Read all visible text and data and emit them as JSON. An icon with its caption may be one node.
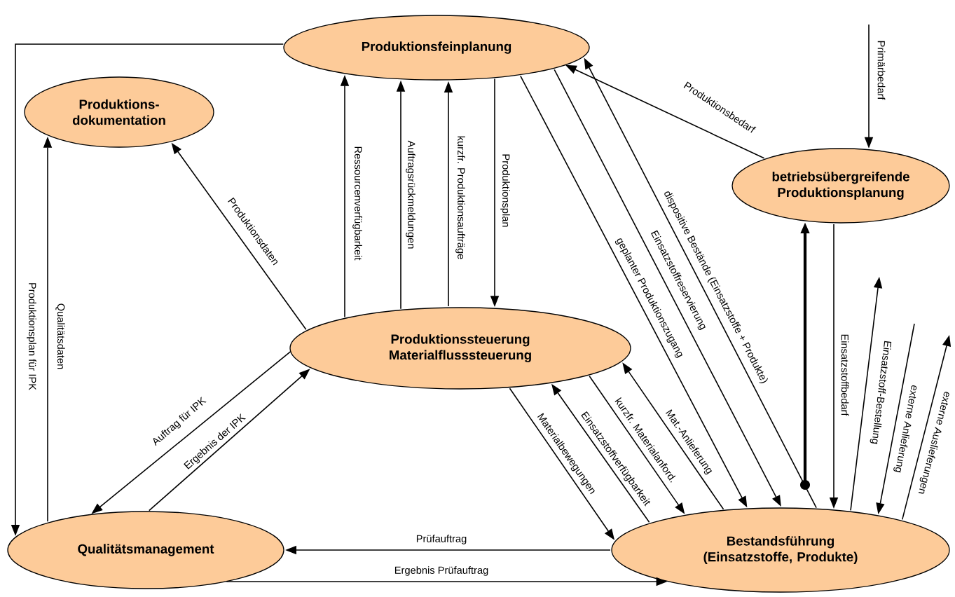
{
  "diagram": {
    "nodes": [
      {
        "text": [
          "Produktionsfeinplanung"
        ]
      },
      {
        "text": [
          "Produktions- dokumentation"
        ]
      },
      {
        "text": [
          "betriebsübergreifende Produktionsplanung"
        ]
      },
      {
        "text": [
          "Produktionssteuerung Materialflusssteuerung"
        ]
      },
      {
        "text": [
          "Qualitätsmanagement"
        ]
      },
      {
        "text": [
          "Bestandsführung (Einsatzstoffe, Produkte)"
        ]
      }
    ],
    "edges": [
      {
        "from": 0,
        "to": 4,
        "arrow": "to",
        "label": "Produktionsplan für IPK"
      },
      {
        "from": 4,
        "to": 1,
        "arrow": "to",
        "label": "Qualitätsdaten"
      },
      {
        "from": 3,
        "to": 1,
        "arrow": "to",
        "label": "Produktionsdaten"
      },
      {
        "from": 3,
        "to": 0,
        "arrow": "to",
        "label": "Ressourcenverfügbarkeit"
      },
      {
        "from": 3,
        "to": 0,
        "arrow": "to",
        "label": "Auftragsrückmeldungen"
      },
      {
        "from": 3,
        "to": 0,
        "arrow": "to",
        "label": "kurzfr. Produktionsaufträge"
      },
      {
        "from": 0,
        "to": 3,
        "arrow": "to",
        "label": "Produktionsplan"
      },
      {
        "from": 0,
        "to": 5,
        "arrow": "to",
        "label": "geplanter Produktionszugang"
      },
      {
        "from": 0,
        "to": 5,
        "arrow": "to",
        "label": "Einsatzstoffreservierung"
      },
      {
        "from": 5,
        "to": 0,
        "arrow": "to",
        "label": "dispositive Bestände (Einsatzstoffe + Produkte)"
      },
      {
        "from": 2,
        "to": 0,
        "arrow": "to",
        "label": "Produktionsbedarf"
      },
      {
        "from": null,
        "to": 2,
        "arrow": "to",
        "label": "Primärbedarf"
      },
      {
        "from": null,
        "to": 2,
        "arrow": "to",
        "style": "thick"
      },
      {
        "from": 2,
        "to": 5,
        "arrow": "to",
        "label": "Einsatzstoffbedarf"
      },
      {
        "from": 5,
        "to": null,
        "arrow": "to",
        "label": "Einsatzstoff-Bestellung"
      },
      {
        "from": null,
        "to": 5,
        "arrow": "to",
        "label": "externe Anlieferung"
      },
      {
        "from": 5,
        "to": null,
        "arrow": "to",
        "label": "externe Auslieferungen"
      },
      {
        "from": 3,
        "to": 5,
        "arrow": "to",
        "label": "Materialbewegungen"
      },
      {
        "from": 5,
        "to": 3,
        "arrow": "to",
        "label": "Einsatzstoffverfügbarkeit"
      },
      {
        "from": 3,
        "to": 5,
        "arrow": "to",
        "label": "kurzfr. Materialanford."
      },
      {
        "from": 5,
        "to": 3,
        "arrow": "to",
        "label": "Mat.-Anlieferung"
      },
      {
        "from": 3,
        "to": 4,
        "arrow": "to",
        "label": "Auftrag für IPK"
      },
      {
        "from": 4,
        "to": 3,
        "arrow": "to",
        "label": "Ergebnis der IPK"
      },
      {
        "from": 5,
        "to": 4,
        "arrow": "to",
        "label": "Prüfauftrag"
      },
      {
        "from": 4,
        "to": 5,
        "arrow": "to",
        "label": "Ergebnis Prüfauftrag"
      }
    ]
  }
}
